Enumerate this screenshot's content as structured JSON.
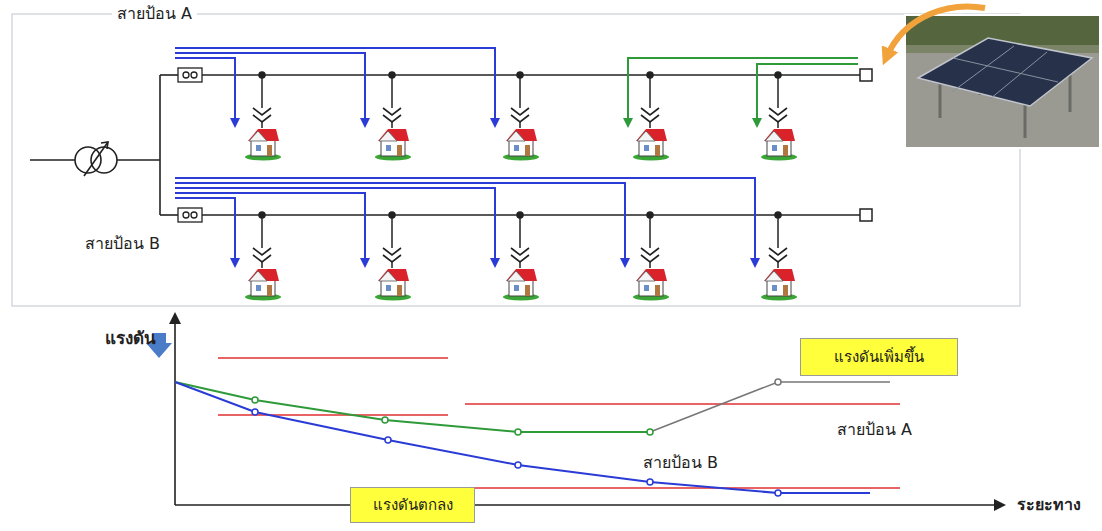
{
  "diagram": {
    "nodes": [
      {
        "text": [
          "แรงดันเพิ่มขึ้น"
        ]
      },
      {
        "text": [
          "แรงดันตกลง"
        ]
      }
    ],
    "labels": [
      "สายป้อน A",
      "สายป้อน B",
      "แรงดัน",
      "สายป้อน A",
      "สายป้อน B",
      "ระยะทาง"
    ]
  }
}
